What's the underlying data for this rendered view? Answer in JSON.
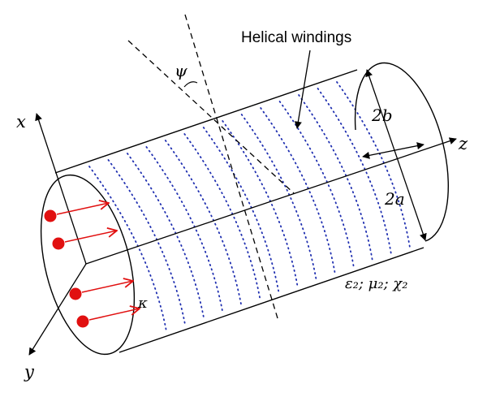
{
  "labels": {
    "helical_windings": "Helical windings",
    "psi": "ψ",
    "axis_x": "x",
    "axis_y": "y",
    "axis_z": "z",
    "dim_2b": "2b",
    "dim_2a": "2a",
    "kappa": "κ",
    "material_params": "ε₂; μ₂; χ₂"
  },
  "colors": {
    "outline": "#000000",
    "windings": "#1f2fb0",
    "particles": "#e11010"
  }
}
